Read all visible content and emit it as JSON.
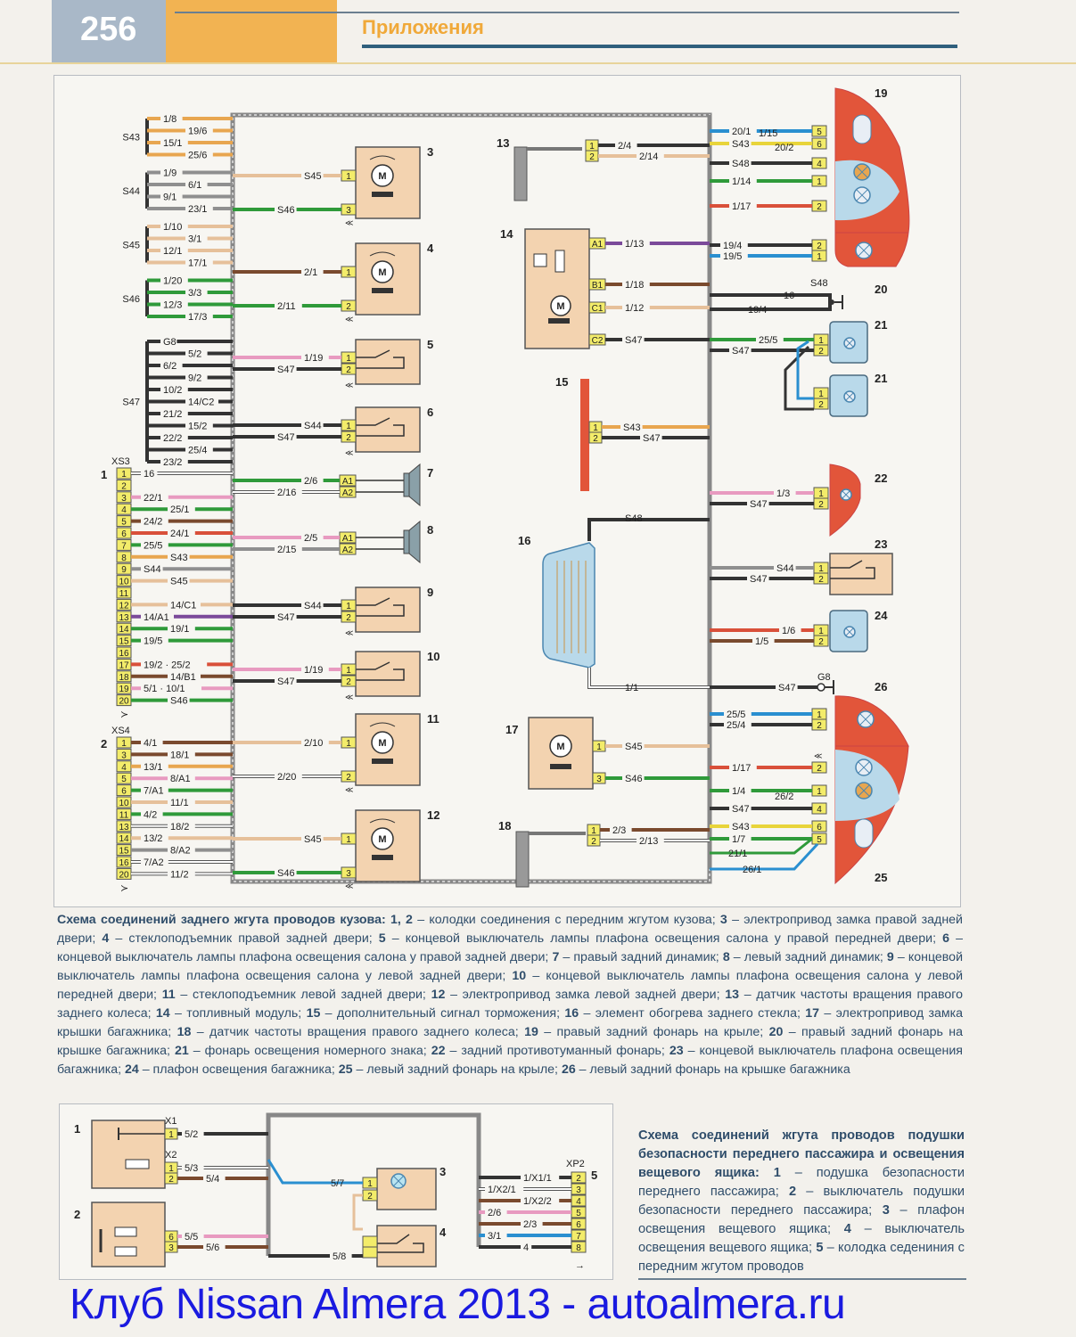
{
  "header": {
    "page_number": "256",
    "section_title": "Приложения"
  },
  "diagram1": {
    "splices": [
      {
        "name": "S43",
        "wires": [
          "1/8",
          "19/6",
          "15/1",
          "25/6"
        ],
        "color": "#e8a650"
      },
      {
        "name": "S44",
        "wires": [
          "1/9",
          "6/1",
          "9/1",
          "23/1"
        ],
        "color": "#8f8f8f"
      },
      {
        "name": "S45",
        "wires": [
          "1/10",
          "3/1",
          "12/1",
          "17/1"
        ],
        "color": "#e6c09a"
      },
      {
        "name": "S46",
        "wires": [
          "1/20",
          "3/3",
          "12/3",
          "17/3"
        ],
        "color": "#2f9a3a"
      },
      {
        "name": "S47",
        "wires": [
          "G8",
          "5/2",
          "6/2",
          "9/2",
          "10/2",
          "14/C2",
          "21/2",
          "15/2",
          "22/2",
          "25/4",
          "23/2"
        ],
        "color": "#333333"
      }
    ],
    "connector_xs3": {
      "num": "1",
      "name": "XS3",
      "pins": [
        {
          "pin": "1",
          "wire": "16",
          "color": "#ffffff"
        },
        {
          "pin": "2",
          "wire": "",
          "color": ""
        },
        {
          "pin": "3",
          "wire": "22/1",
          "color": "#e89ac0"
        },
        {
          "pin": "4",
          "wire": "25/1",
          "color": "#2f9a3a"
        },
        {
          "pin": "5",
          "wire": "24/2",
          "color": "#7a4a2e"
        },
        {
          "pin": "6",
          "wire": "24/1",
          "color": "#d9503a"
        },
        {
          "pin": "7",
          "wire": "25/5",
          "color": "#2f9a3a"
        },
        {
          "pin": "8",
          "wire": "S43",
          "color": "#e8a650"
        },
        {
          "pin": "9",
          "wire": "S44",
          "color": "#8f8f8f"
        },
        {
          "pin": "10",
          "wire": "S45",
          "color": "#e6c09a"
        },
        {
          "pin": "11",
          "wire": "",
          "color": ""
        },
        {
          "pin": "12",
          "wire": "14/C1",
          "color": "#e6c09a"
        },
        {
          "pin": "13",
          "wire": "14/A1",
          "color": "#7b4a9a"
        },
        {
          "pin": "14",
          "wire": "19/1",
          "color": "#2f9a3a"
        },
        {
          "pin": "15",
          "wire": "19/5",
          "color": "#2f9a3a"
        },
        {
          "pin": "16",
          "wire": "",
          "color": ""
        },
        {
          "pin": "17",
          "wire": "19/2 · 25/2",
          "color": "#d9503a"
        },
        {
          "pin": "18",
          "wire": "14/B1",
          "color": "#7a4a2e"
        },
        {
          "pin": "19",
          "wire": "5/1 · 10/1",
          "color": "#e89ac0"
        },
        {
          "pin": "20",
          "wire": "S46",
          "color": "#2f9a3a"
        }
      ]
    },
    "connector_xs4": {
      "num": "2",
      "name": "XS4",
      "pins": [
        {
          "pin": "1",
          "wire": "4/1",
          "color": "#7a4a2e"
        },
        {
          "pin": "3",
          "wire": "18/1",
          "color": "#7a4a2e"
        },
        {
          "pin": "4",
          "wire": "13/1",
          "color": "#e8a650"
        },
        {
          "pin": "5",
          "wire": "8/A1",
          "color": "#e89ac0"
        },
        {
          "pin": "6",
          "wire": "7/A1",
          "color": "#2f9a3a"
        },
        {
          "pin": "10",
          "wire": "11/1",
          "color": "#e6c09a"
        },
        {
          "pin": "11",
          "wire": "4/2",
          "color": "#2f9a3a"
        },
        {
          "pin": "13",
          "wire": "18/2",
          "color": "#ffffff"
        },
        {
          "pin": "14",
          "wire": "13/2",
          "color": "#e6c09a"
        },
        {
          "pin": "15",
          "wire": "8/A2",
          "color": "#8f8f8f"
        },
        {
          "pin": "16",
          "wire": "7/A2",
          "color": "#ffffff"
        },
        {
          "pin": "20",
          "wire": "11/2",
          "color": "#ffffff"
        }
      ]
    },
    "components": [
      {
        "num": "3",
        "type": "motor",
        "pins": [
          {
            "pin": "1",
            "wire": "S45"
          },
          {
            "pin": "3",
            "wire": "S46"
          }
        ]
      },
      {
        "num": "4",
        "type": "motor",
        "pins": [
          {
            "pin": "1",
            "wire": "2/1"
          },
          {
            "pin": "2",
            "wire": "2/11"
          }
        ]
      },
      {
        "num": "5",
        "type": "switch",
        "pins": [
          {
            "pin": "1",
            "wire": "1/19"
          },
          {
            "pin": "2",
            "wire": "S47"
          }
        ]
      },
      {
        "num": "6",
        "type": "switch",
        "pins": [
          {
            "pin": "1",
            "wire": "S44"
          },
          {
            "pin": "2",
            "wire": "S47"
          }
        ]
      },
      {
        "num": "7",
        "type": "speaker",
        "pins": [
          {
            "pin": "A1",
            "wire": "2/6"
          },
          {
            "pin": "A2",
            "wire": "2/16"
          }
        ]
      },
      {
        "num": "8",
        "type": "speaker",
        "pins": [
          {
            "pin": "A1",
            "wire": "2/5"
          },
          {
            "pin": "A2",
            "wire": "2/15"
          }
        ]
      },
      {
        "num": "9",
        "type": "switch",
        "pins": [
          {
            "pin": "1",
            "wire": "S44"
          },
          {
            "pin": "2",
            "wire": "S47"
          }
        ]
      },
      {
        "num": "10",
        "type": "switch",
        "pins": [
          {
            "pin": "1",
            "wire": "1/19"
          },
          {
            "pin": "2",
            "wire": "S47"
          }
        ]
      },
      {
        "num": "11",
        "type": "motor",
        "pins": [
          {
            "pin": "1",
            "wire": "2/10"
          },
          {
            "pin": "2",
            "wire": "2/20"
          }
        ]
      },
      {
        "num": "12",
        "type": "motor",
        "pins": [
          {
            "pin": "1",
            "wire": "S45"
          },
          {
            "pin": "3",
            "wire": "S46"
          }
        ]
      },
      {
        "num": "13",
        "type": "sensor",
        "pins": [
          {
            "pin": "1",
            "wire": "2/4"
          },
          {
            "pin": "2",
            "wire": "2/14"
          }
        ]
      },
      {
        "num": "14",
        "type": "fuel-module",
        "pins": [
          {
            "pin": "A1",
            "wire": "1/13"
          },
          {
            "pin": "B1",
            "wire": "1/18"
          },
          {
            "pin": "C1",
            "wire": "1/12"
          },
          {
            "pin": "C2",
            "wire": "S47"
          }
        ]
      },
      {
        "num": "15",
        "type": "brake-light",
        "pins": [
          {
            "pin": "1",
            "wire": "S43"
          },
          {
            "pin": "2",
            "wire": "S47"
          }
        ]
      },
      {
        "num": "16",
        "type": "heater",
        "pins": [
          {
            "pin": "",
            "wire": "S48"
          },
          {
            "pin": "",
            "wire": "1/1"
          }
        ]
      },
      {
        "num": "17",
        "type": "motor",
        "pins": [
          {
            "pin": "1",
            "wire": "S45"
          },
          {
            "pin": "3",
            "wire": "S46"
          }
        ]
      },
      {
        "num": "18",
        "type": "sensor",
        "pins": [
          {
            "pin": "1",
            "wire": "2/3"
          },
          {
            "pin": "2",
            "wire": "2/13"
          }
        ]
      },
      {
        "num": "19",
        "type": "tail-lamp",
        "pins": [
          {
            "pin": "5",
            "wire": "20/1 · 1/15"
          },
          {
            "pin": "6",
            "wire": "S43"
          },
          {
            "pin": "4",
            "wire": "20/2 · S48"
          },
          {
            "pin": "1",
            "wire": "1/14"
          },
          {
            "pin": "2",
            "wire": "1/17"
          }
        ]
      },
      {
        "num": "20",
        "type": "tail-lamp",
        "pins": [
          {
            "pin": "2",
            "wire": "19/4"
          },
          {
            "pin": "1",
            "wire": "19/5"
          }
        ],
        "ground": {
          "label": "S48",
          "wires": [
            "16",
            "19/4"
          ]
        }
      },
      {
        "num": "21",
        "type": "plate-lamp",
        "pins": [
          {
            "pin": "1",
            "wire": "25/5"
          },
          {
            "pin": "2",
            "wire": "S47"
          }
        ]
      },
      {
        "num": "21",
        "type": "plate-lamp",
        "pins": [
          {
            "pin": "1",
            "wire": ""
          },
          {
            "pin": "2",
            "wire": ""
          }
        ]
      },
      {
        "num": "22",
        "type": "fog-lamp",
        "pins": [
          {
            "pin": "1",
            "wire": "1/3"
          },
          {
            "pin": "2",
            "wire": "S47"
          }
        ]
      },
      {
        "num": "23",
        "type": "switch",
        "pins": [
          {
            "pin": "1",
            "wire": "S44"
          },
          {
            "pin": "2",
            "wire": "S47"
          }
        ]
      },
      {
        "num": "24",
        "type": "trunk-lamp",
        "pins": [
          {
            "pin": "1",
            "wire": "1/6"
          },
          {
            "pin": "2",
            "wire": "1/5"
          }
        ]
      },
      {
        "num": "26",
        "type": "tail-lamp",
        "pins": [
          {
            "pin": "1",
            "wire": "25/5"
          },
          {
            "pin": "2",
            "wire": "25/4"
          }
        ],
        "ground": {
          "label": "G8",
          "wire": "S47"
        }
      },
      {
        "num": "25",
        "type": "tail-lamp",
        "pins": [
          {
            "pin": "2",
            "wire": "1/17"
          },
          {
            "pin": "1",
            "wire": "1/4"
          },
          {
            "pin": "4",
            "wire": "26/2 · S47"
          },
          {
            "pin": "6",
            "wire": "S43"
          },
          {
            "pin": "5",
            "wire": "1/7 · 21/1 · 26/1"
          }
        ]
      }
    ],
    "caption_title": "Схема соединений заднего жгута проводов кузова:",
    "caption_items": [
      {
        "n": "1, 2",
        "t": "колодки соединения с передним жгутом кузова"
      },
      {
        "n": "3",
        "t": "электропривод замка правой задней двери"
      },
      {
        "n": "4",
        "t": "стеклоподъемник правой задней двери"
      },
      {
        "n": "5",
        "t": "концевой выключатель лампы плафона освещения салона у правой передней двери"
      },
      {
        "n": "6",
        "t": "концевой выключатель лампы плафона освещения салона у правой задней двери"
      },
      {
        "n": "7",
        "t": "правый задний динамик"
      },
      {
        "n": "8",
        "t": "левый задний динамик"
      },
      {
        "n": "9",
        "t": "концевой выключатель лампы плафона освещения салона у левой задней двери"
      },
      {
        "n": "10",
        "t": "концевой выключатель лампы плафона освещения салона у левой передней двери"
      },
      {
        "n": "11",
        "t": "стеклоподъемник левой задней двери"
      },
      {
        "n": "12",
        "t": "электропривод замка левой задней двери"
      },
      {
        "n": "13",
        "t": "датчик частоты вращения правого заднего колеса"
      },
      {
        "n": "14",
        "t": "топливный модуль"
      },
      {
        "n": "15",
        "t": "дополнительный сигнал торможения"
      },
      {
        "n": "16",
        "t": "элемент обогрева заднего стекла"
      },
      {
        "n": "17",
        "t": "электропривод замка крышки багажника"
      },
      {
        "n": "18",
        "t": "датчик частоты вращения правого заднего колеса"
      },
      {
        "n": "19",
        "t": "правый задний фонарь на крыле"
      },
      {
        "n": "20",
        "t": "правый задний фонарь на крышке багажника"
      },
      {
        "n": "21",
        "t": "фонарь освещения номерного знака"
      },
      {
        "n": "22",
        "t": "задний противотуманный фонарь"
      },
      {
        "n": "23",
        "t": "концевой выключатель плафона освещения багажника"
      },
      {
        "n": "24",
        "t": "плафон освещения багажника"
      },
      {
        "n": "25",
        "t": "левый задний фонарь на крыле"
      },
      {
        "n": "26",
        "t": "левый задний фонарь на крышке багажника"
      }
    ]
  },
  "diagram2": {
    "components": [
      {
        "num": "1",
        "connectors": [
          {
            "name": "X1",
            "pins": [
              {
                "pin": "1",
                "wire": "5/2"
              }
            ]
          },
          {
            "name": "X2",
            "pins": [
              {
                "pin": "1",
                "wire": "5/3"
              },
              {
                "pin": "2",
                "wire": "5/4"
              }
            ]
          }
        ]
      },
      {
        "num": "2",
        "pins": [
          {
            "pin": "6",
            "wire": "5/5"
          },
          {
            "pin": "3",
            "wire": "5/6"
          }
        ]
      },
      {
        "num": "3",
        "pins": [
          {
            "pin": "1",
            "wire": "5/7"
          },
          {
            "pin": "2",
            "wire": ""
          }
        ]
      },
      {
        "num": "4",
        "pins": [
          {
            "pin": "",
            "wire": "5/8"
          }
        ]
      },
      {
        "num": "5",
        "name": "XP2",
        "pins": [
          {
            "pin": "2",
            "wire": "1/X1/1"
          },
          {
            "pin": "3",
            "wire": "1/X2/1"
          },
          {
            "pin": "4",
            "wire": "1/X2/2"
          },
          {
            "pin": "5",
            "wire": "2/6"
          },
          {
            "pin": "6",
            "wire": "2/3"
          },
          {
            "pin": "7",
            "wire": "3/1"
          },
          {
            "pin": "8",
            "wire": "4"
          }
        ]
      }
    ],
    "caption_title": "Схема соединений жгута проводов подушки безопасности переднего пассажира и освещения вещевого ящика:",
    "caption_items": [
      {
        "n": "1",
        "t": "подушка безопасности переднего пассажира"
      },
      {
        "n": "2",
        "t": "выключатель подушки безопасности переднего пассажира"
      },
      {
        "n": "3",
        "t": "плафон освещения вещевого ящика"
      },
      {
        "n": "4",
        "t": "выключатель освещения вещевого ящика"
      },
      {
        "n": "5",
        "t": "колодка седениния с передним жгутом проводов"
      }
    ]
  },
  "watermark": "Клуб Nissan Almera 2013 - autoalmera.ru",
  "colors": {
    "header_blue": "#a9b8c8",
    "header_orange": "#f2b352",
    "component_fill": "#f3d3b0",
    "connector_yellow": "#f3ec6a",
    "lamp_red": "#e2553a",
    "lamp_blue": "#b9d9ea",
    "caption_text": "#2f4d6a",
    "watermark_blue": "#1a1ae0"
  }
}
